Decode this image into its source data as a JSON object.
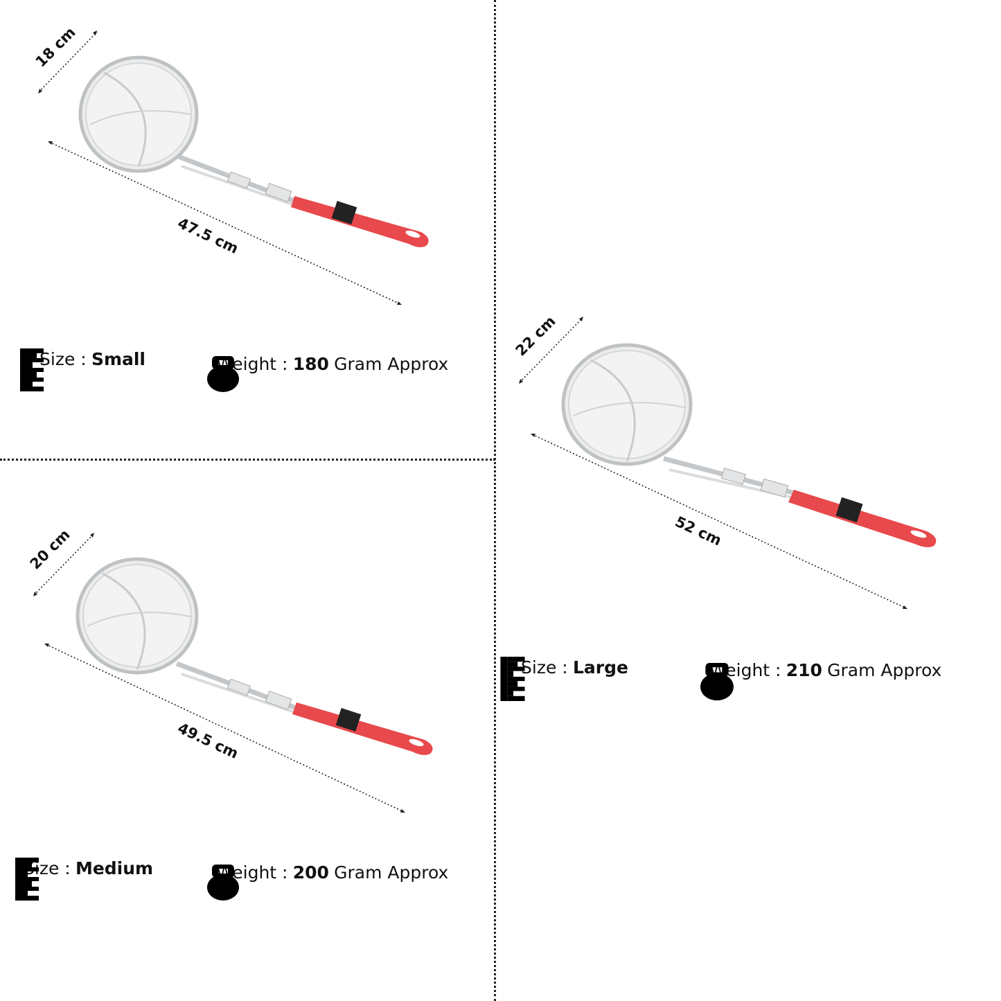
{
  "variants": [
    {
      "id": "small",
      "width_label": "18 cm",
      "length_label": "47.5 cm",
      "size_label": "Size :",
      "size_value": "Small",
      "weight_label": "Weight :",
      "weight_value": "180",
      "weight_unit": "Gram Approx"
    },
    {
      "id": "medium",
      "width_label": "20 cm",
      "length_label": "49.5 cm",
      "size_label": "Size :",
      "size_value": "Medium",
      "weight_label": "Weight :",
      "weight_value": "200",
      "weight_unit": "Gram Approx"
    },
    {
      "id": "large",
      "width_label": "22 cm",
      "length_label": "52 cm",
      "size_label": "Size :",
      "size_value": "Large",
      "weight_label": "Weight :",
      "weight_value": "210",
      "weight_unit": "Gram Approx"
    }
  ],
  "icons": {
    "size": "ruler-icon",
    "weight": "kettlebell-icon"
  },
  "colors": {
    "handle": "#e8494c",
    "steel": "#cfd2d4",
    "text": "#111111"
  }
}
